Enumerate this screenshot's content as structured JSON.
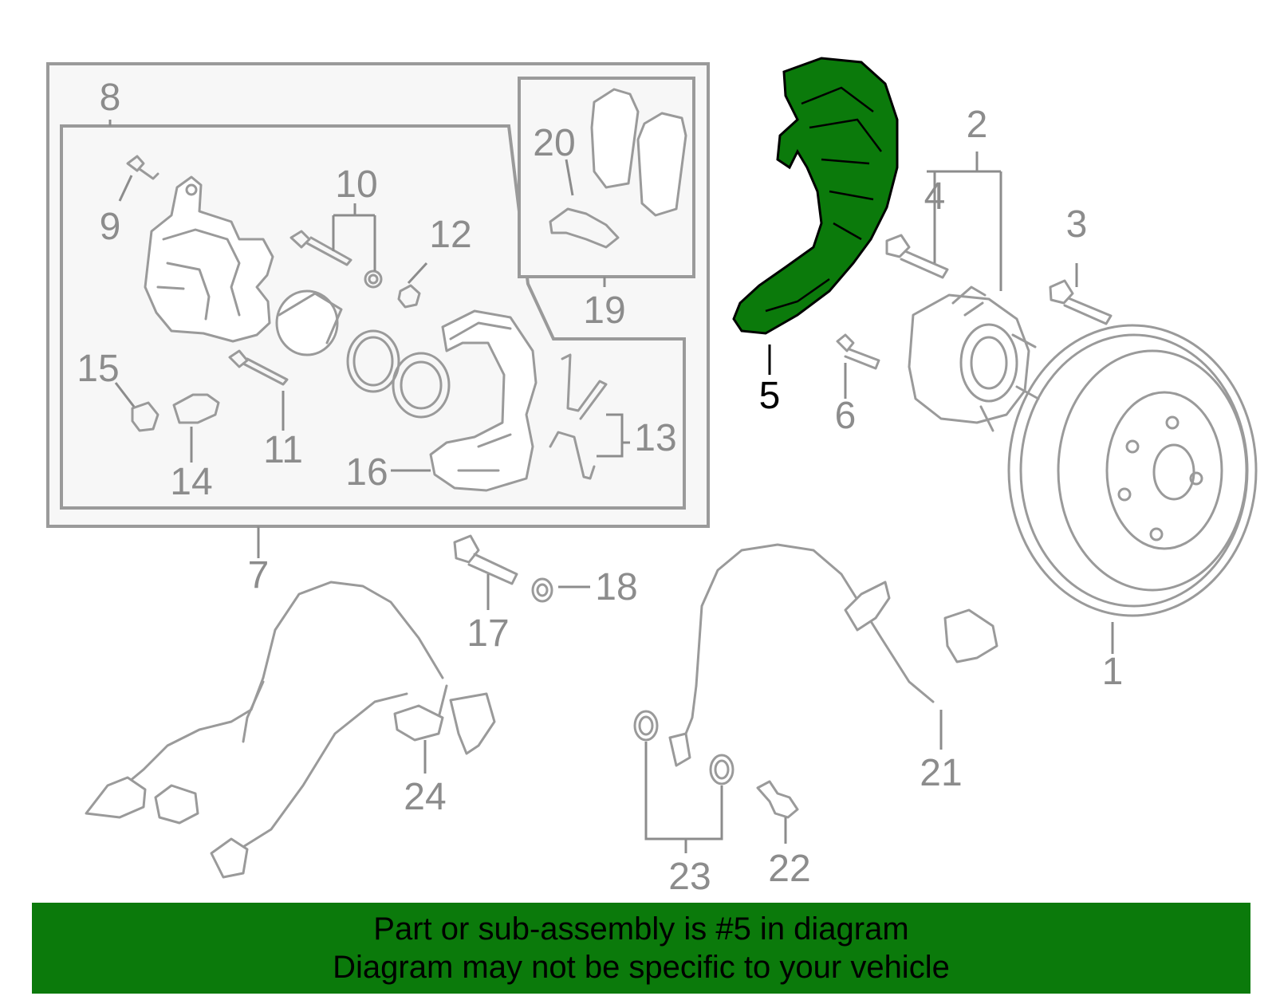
{
  "diagram": {
    "highlight_color": "#0b7a0b",
    "line_color": "#9a9a9a",
    "highlighted_part": "5",
    "callouts": [
      {
        "id": "c1",
        "label": "1"
      },
      {
        "id": "c2",
        "label": "2"
      },
      {
        "id": "c3",
        "label": "3"
      },
      {
        "id": "c4",
        "label": "4"
      },
      {
        "id": "c5",
        "label": "5"
      },
      {
        "id": "c6",
        "label": "6"
      },
      {
        "id": "c7",
        "label": "7"
      },
      {
        "id": "c8",
        "label": "8"
      },
      {
        "id": "c9",
        "label": "9"
      },
      {
        "id": "c10",
        "label": "10"
      },
      {
        "id": "c11",
        "label": "11"
      },
      {
        "id": "c12",
        "label": "12"
      },
      {
        "id": "c13",
        "label": "13"
      },
      {
        "id": "c14",
        "label": "14"
      },
      {
        "id": "c15",
        "label": "15"
      },
      {
        "id": "c16",
        "label": "16"
      },
      {
        "id": "c17",
        "label": "17"
      },
      {
        "id": "c18",
        "label": "18"
      },
      {
        "id": "c19",
        "label": "19"
      },
      {
        "id": "c20",
        "label": "20"
      },
      {
        "id": "c21",
        "label": "21"
      },
      {
        "id": "c22",
        "label": "22"
      },
      {
        "id": "c23",
        "label": "23"
      },
      {
        "id": "c24",
        "label": "24"
      }
    ]
  },
  "banner": {
    "line1": "Part or sub-assembly is #5 in diagram",
    "line2": "Diagram may not be specific to your vehicle",
    "background": "#0b7a0b"
  }
}
